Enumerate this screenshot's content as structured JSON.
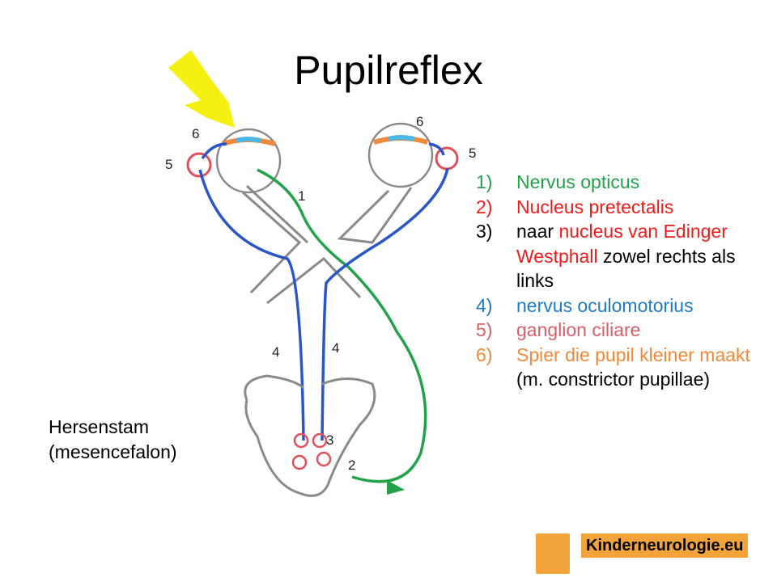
{
  "title": "Pupilreflex",
  "labels": {
    "n1": "1",
    "n2": "2",
    "n3": "3",
    "n4a": "4",
    "n4b": "4",
    "n5l": "5",
    "n5r": "5",
    "n6l": "6",
    "n6r": "6"
  },
  "legend": [
    {
      "num": "1)",
      "parts": [
        {
          "text": "Nervus opticus",
          "color": "#22a34a"
        }
      ]
    },
    {
      "num": "2)",
      "parts": [
        {
          "text": "Nucleus pretectalis",
          "color": "#ee1c1c"
        }
      ]
    },
    {
      "num": "3)",
      "parts": [
        {
          "text": "naar ",
          "color": "#000000"
        },
        {
          "text": "nucleus van Edinger Westphall",
          "color": "#ee1c1c"
        },
        {
          "text": " zowel rechts als links",
          "color": "#000000"
        }
      ]
    },
    {
      "num": "4)",
      "parts": [
        {
          "text": "nervus oculomotorius",
          "color": "#1f7bc4"
        }
      ]
    },
    {
      "num": "5)",
      "parts": [
        {
          "text": "ganglion ciliare",
          "color": "#d6606a"
        }
      ]
    },
    {
      "num": "6)",
      "parts": [
        {
          "text": "Spier die pupil kleiner maakt",
          "color": "#f0893a"
        },
        {
          "text": " (m. constrictor pupillae)",
          "color": "#000000"
        }
      ]
    }
  ],
  "legend_num_colors": [
    "#22a34a",
    "#ee1c1c",
    "#000000",
    "#1f7bc4",
    "#d6606a",
    "#f0893a"
  ],
  "subtitle": [
    "Hersenstam",
    "(mesencefalon)"
  ],
  "logo_text": "Kinderneurologie.eu",
  "colors": {
    "arrow": "#f5f010",
    "optic": "#22a34a",
    "oculomotor": "#2a56c9",
    "ganglion": "#e0505a",
    "muscle": "#f0893a",
    "outline": "#8a8a8a",
    "logo_bg": "#f2a33a"
  }
}
